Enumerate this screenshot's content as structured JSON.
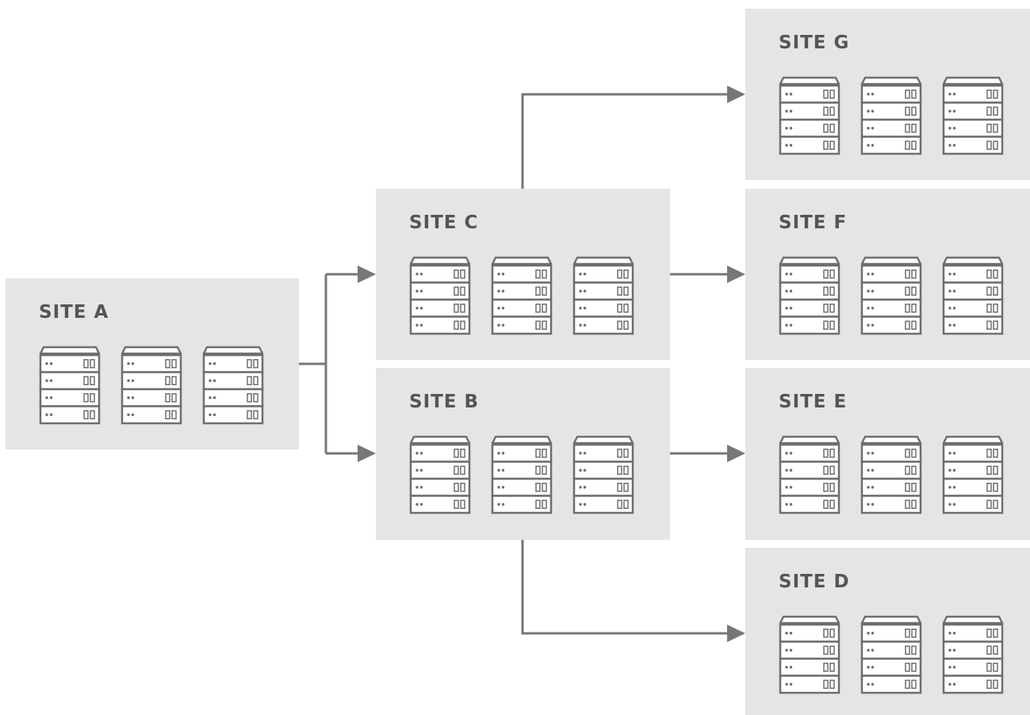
{
  "diagram": {
    "colors": {
      "background": "#ffffff",
      "site_fill": "#e5e5e5",
      "label": "#555555",
      "connector": "#777777",
      "server_stroke": "#6e6e6e",
      "server_fill": "#ffffff"
    },
    "sites": [
      {
        "id": "a",
        "label": "SITE A",
        "server_icons": [
          "server-icon",
          "server-icon",
          "server-icon"
        ]
      },
      {
        "id": "c",
        "label": "SITE C",
        "server_icons": [
          "server-icon",
          "server-icon",
          "server-icon"
        ]
      },
      {
        "id": "b",
        "label": "SITE B",
        "server_icons": [
          "server-icon",
          "server-icon",
          "server-icon"
        ]
      },
      {
        "id": "g",
        "label": "SITE G",
        "server_icons": [
          "server-icon",
          "server-icon",
          "server-icon"
        ]
      },
      {
        "id": "f",
        "label": "SITE F",
        "server_icons": [
          "server-icon",
          "server-icon",
          "server-icon"
        ]
      },
      {
        "id": "e",
        "label": "SITE E",
        "server_icons": [
          "server-icon",
          "server-icon",
          "server-icon"
        ]
      },
      {
        "id": "d",
        "label": "SITE D",
        "server_icons": [
          "server-icon",
          "server-icon",
          "server-icon"
        ]
      }
    ],
    "connections": [
      {
        "from": "a",
        "to": "c"
      },
      {
        "from": "a",
        "to": "b"
      },
      {
        "from": "c",
        "to": "g"
      },
      {
        "from": "c",
        "to": "f"
      },
      {
        "from": "b",
        "to": "e"
      },
      {
        "from": "b",
        "to": "d"
      }
    ]
  }
}
